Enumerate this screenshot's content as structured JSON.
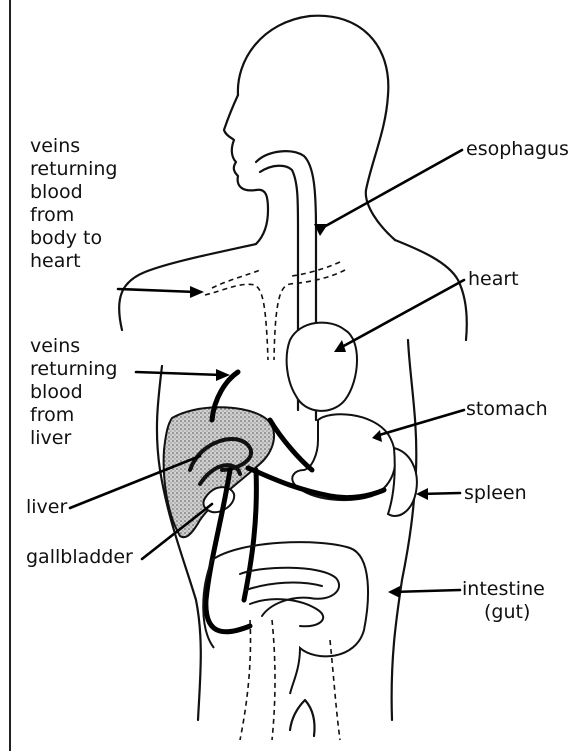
{
  "labels": {
    "veins_body": [
      "veins",
      "returning",
      "blood",
      "from",
      "body to",
      "heart"
    ],
    "veins_liver": [
      "veins",
      "returning",
      "blood",
      "from",
      "liver"
    ],
    "liver": "liver",
    "gallbladder": "gallbladder",
    "esophagus": "esophagus",
    "heart": "heart",
    "stomach": "stomach",
    "spleen": "spleen",
    "intestine": [
      "intestine",
      "(gut)"
    ]
  },
  "colors": {
    "ink": "#111111",
    "liver_fill": "#bdbdbd",
    "paper": "#ffffff"
  }
}
